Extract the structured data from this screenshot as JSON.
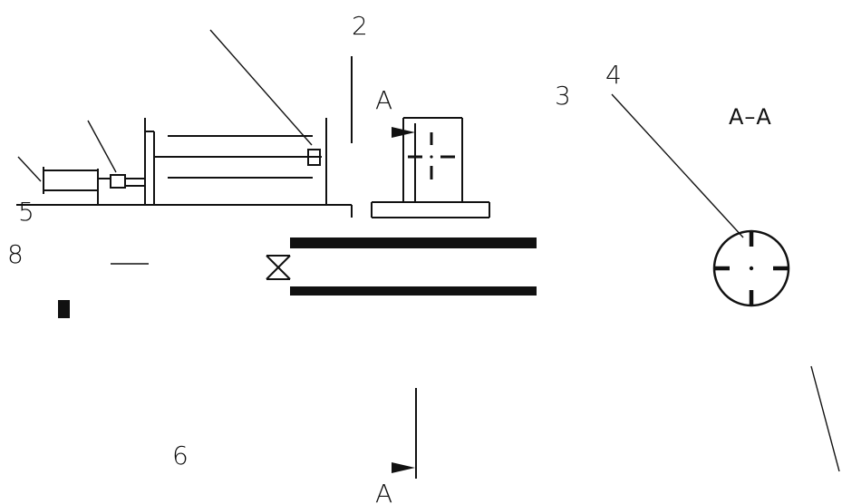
{
  "labels": {
    "part_2": "2",
    "part_3": "3",
    "part_4": "4",
    "part_5": "5",
    "part_6": "6",
    "part_8": "8",
    "section_top": "A",
    "section_bottom": "A",
    "section_title": "A–A"
  },
  "colors": {
    "ink": "#111111",
    "paper": "#ffffff"
  }
}
